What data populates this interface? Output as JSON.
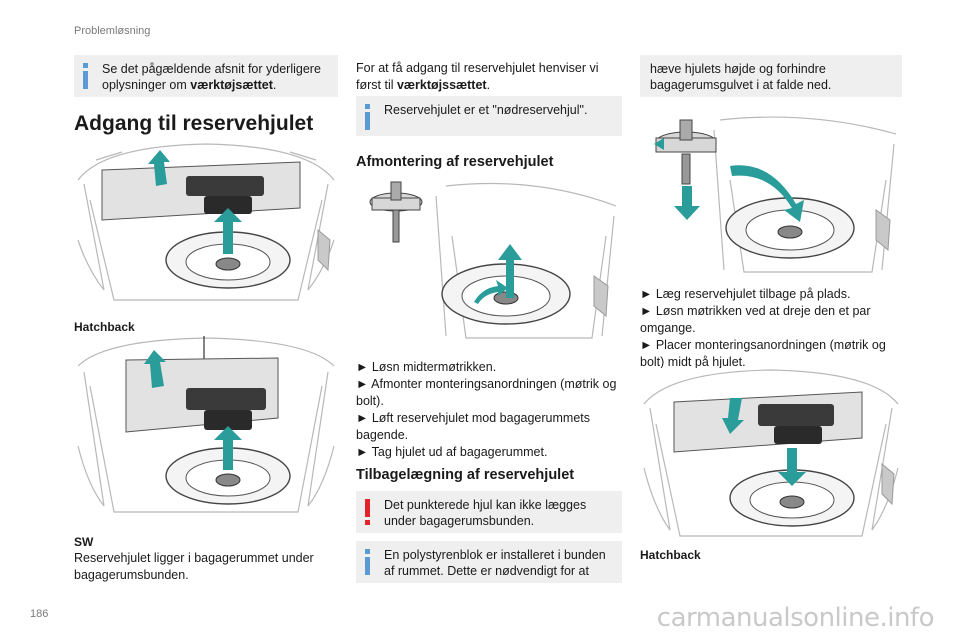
{
  "header": {
    "section": "Problemløsning"
  },
  "page_number": "186",
  "col1": {
    "note": {
      "prefix": "Se det pågældende afsnit for yderligere oplysninger om ",
      "bold": "værktøjsættet",
      "suffix": "."
    },
    "heading": "Adgang til reservehjulet",
    "caption1": "Hatchback",
    "caption2": "SW",
    "text": "Reservehjulet ligger i bagagerummet under bagagerumsbunden."
  },
  "col2": {
    "intro": {
      "prefix": "For at få adgang til reservehjulet henviser vi først til ",
      "bold": "værktøjssættet",
      "suffix": "."
    },
    "note": "Reservehjulet er et \"nødreservehjul\".",
    "heading1": "Afmontering af reservehjulet",
    "steps1": [
      "► Løsn midtermøtrikken.",
      "► Afmonter monteringsanordningen (møtrik og bolt).",
      "► Løft reservehjulet mod bagagerummets bagende.",
      "► Tag hjulet ud af bagagerummet."
    ],
    "heading2": "Tilbagelægning af reservehjulet",
    "warning": "Det punkterede hjul kan ikke lægges under bagagerumsbunden.",
    "note2": "En polystyrenblok er installeret i bunden af rummet. Dette er nødvendigt for at"
  },
  "col3": {
    "note_cont": "hæve hjulets højde og forhindre bagagerumsgulvet i at falde ned.",
    "steps": [
      "► Læg reservehjulet tilbage på plads.",
      "► Løsn møtrikken ved at dreje den et par omgange.",
      "► Placer monteringsanordningen (møtrik og bolt) midt på hjulet."
    ],
    "caption": "Hatchback"
  },
  "watermark": "carmanualsonline.info",
  "colors": {
    "info": "#5b9bd5",
    "warning": "#e3232a",
    "arrow": "#2a9d9a",
    "note_bg": "#efefef"
  }
}
